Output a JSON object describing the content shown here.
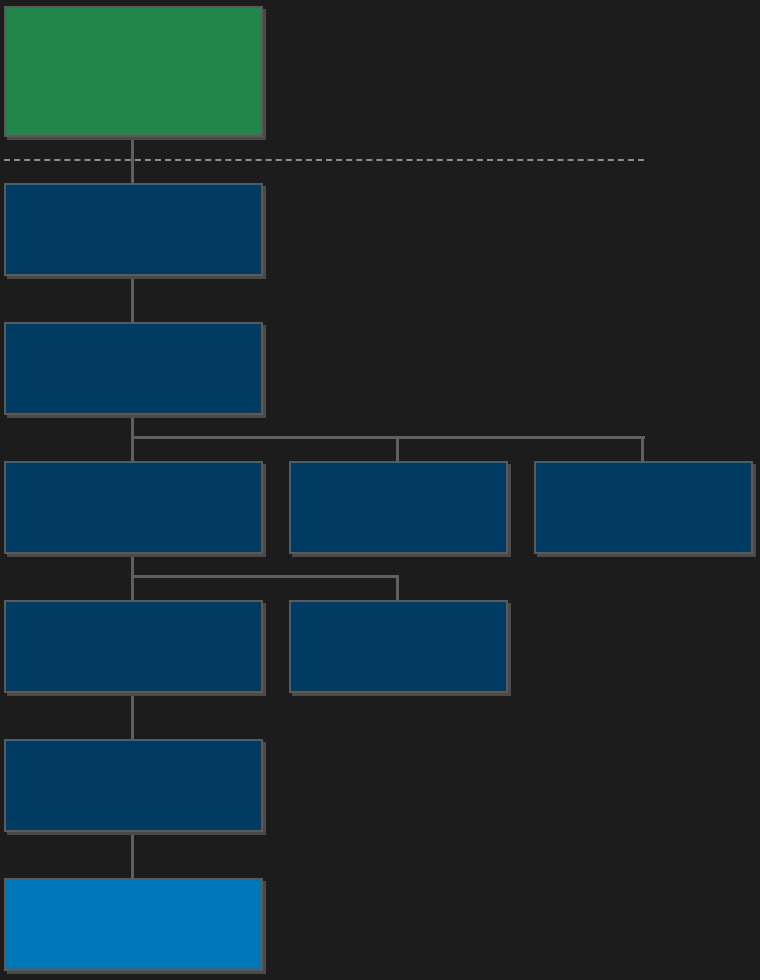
{
  "diagram": {
    "type": "tree",
    "colors": {
      "background": "#1c1c1c",
      "root_fill": "#22864a",
      "node_fill": "#003b63",
      "leaf_fill": "#0077b8",
      "border": "#5a5a5a",
      "connector": "#5f5f5f",
      "separator": "#8f8f8f"
    },
    "nodes": [
      {
        "id": "root",
        "label": "",
        "kind": "root"
      },
      {
        "id": "level-1",
        "label": "",
        "kind": "default"
      },
      {
        "id": "level-2",
        "label": "",
        "kind": "default"
      },
      {
        "id": "level-3-a",
        "label": "",
        "kind": "default"
      },
      {
        "id": "level-3-b",
        "label": "",
        "kind": "default"
      },
      {
        "id": "level-3-c",
        "label": "",
        "kind": "default"
      },
      {
        "id": "level-4-a",
        "label": "",
        "kind": "default"
      },
      {
        "id": "level-4-b",
        "label": "",
        "kind": "default"
      },
      {
        "id": "level-5",
        "label": "",
        "kind": "default"
      },
      {
        "id": "level-6",
        "label": "",
        "kind": "leaf"
      }
    ],
    "edges": [
      {
        "from": "root",
        "to": "level-1"
      },
      {
        "from": "level-1",
        "to": "level-2"
      },
      {
        "from": "level-2",
        "to": "level-3-a"
      },
      {
        "from": "level-2",
        "to": "level-3-b"
      },
      {
        "from": "level-2",
        "to": "level-3-c"
      },
      {
        "from": "level-3-a",
        "to": "level-4-a"
      },
      {
        "from": "level-3-a",
        "to": "level-4-b"
      },
      {
        "from": "level-4-a",
        "to": "level-5"
      },
      {
        "from": "level-5",
        "to": "level-6"
      }
    ]
  }
}
